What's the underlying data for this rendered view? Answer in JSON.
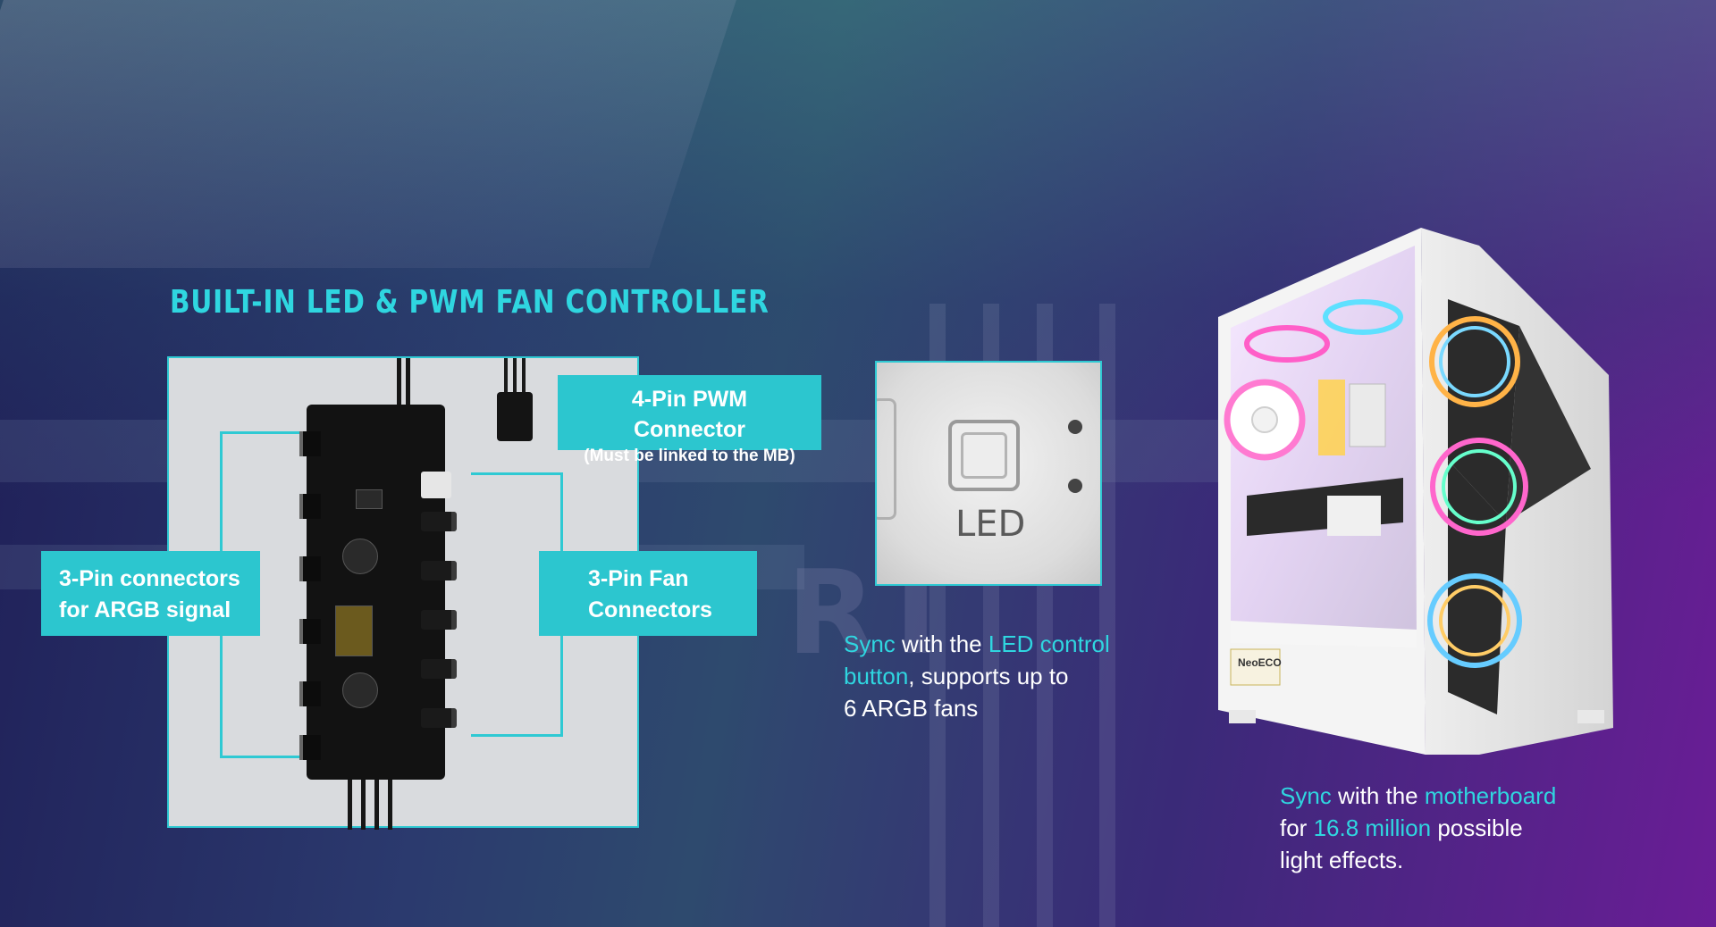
{
  "title": "BUILT-IN LED & PWM FAN CONTROLLER",
  "controller": {
    "argb_label": [
      "3-Pin connectors",
      "for ARGB signal"
    ],
    "fan_label": [
      "3-Pin Fan",
      "Connectors"
    ],
    "pwm_label": "4-Pin PWM Connector",
    "pwm_note": "(Must be linked to the MB)"
  },
  "led_button": {
    "label": "LED"
  },
  "led_caption": {
    "w1": "Sync",
    "w2": " with the ",
    "w3": "LED control",
    "w4": "button",
    "w5": ", supports up to",
    "w6": "6 ARGB fans"
  },
  "mb_caption": {
    "w1": "Sync",
    "w2": " with the ",
    "w3": "motherboard",
    "w4": "for ",
    "w5": "16.8 million",
    "w6": " possible",
    "w7": "light effects."
  },
  "case_badge": "NeoECO",
  "colors": {
    "accent": "#2cc6cf",
    "highlight_text": "#2fd6e0"
  }
}
